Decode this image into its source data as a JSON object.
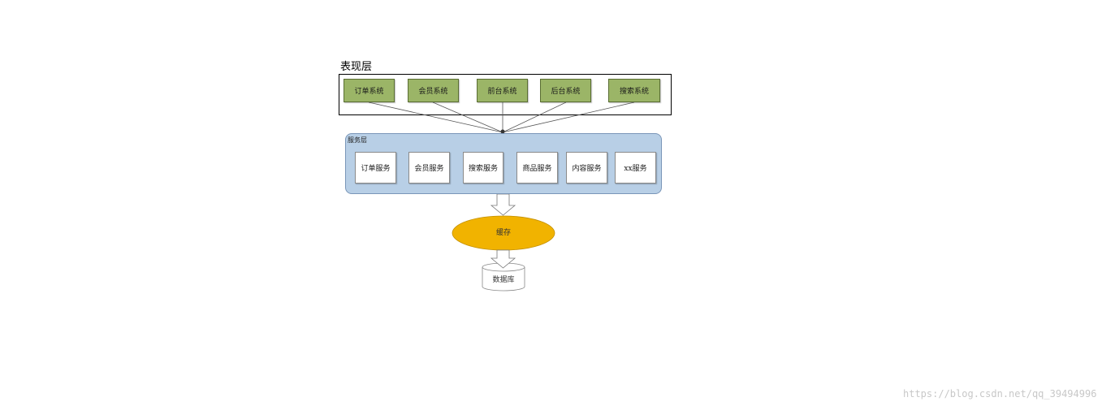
{
  "presentation_layer": {
    "title": "表现层",
    "systems": [
      "订单系统",
      "会员系统",
      "前台系统",
      "后台系统",
      "搜索系统"
    ]
  },
  "service_layer": {
    "title": "服务层",
    "services": [
      "订单服务",
      "会员服务",
      "搜索服务",
      "商品服务",
      "内容服务",
      "xx服务"
    ]
  },
  "cache": {
    "label": "缓存",
    "color": "#f1b300"
  },
  "database": {
    "label": "数据库"
  },
  "colors": {
    "system_box": "#9bb567",
    "service_panel": "#b8cfe6"
  },
  "watermark": "https://blog.csdn.net/qq_39494996"
}
